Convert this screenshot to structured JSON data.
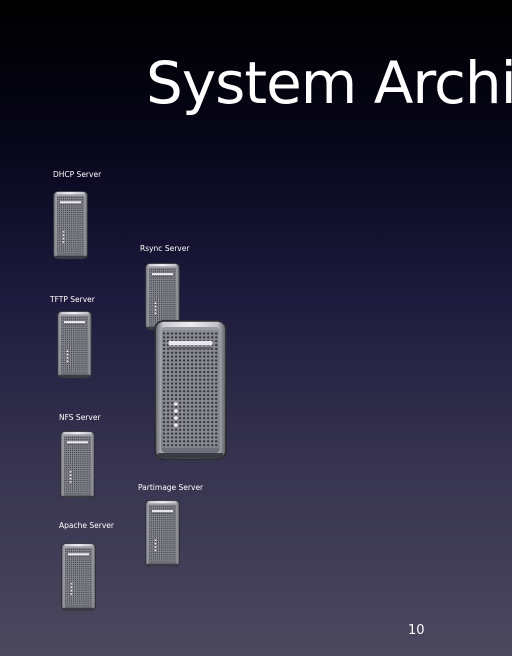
{
  "slide": {
    "title": "System Archi",
    "page_number": "10"
  },
  "servers": {
    "dhcp": "DHCP Server",
    "rsync": "Rsync  Server",
    "tftp": "TFTP Server",
    "nfs": "NFS Server",
    "partimage": "Partimage Server",
    "apache": "Apache Server"
  },
  "icons": {
    "server_tower": "mac-pro-tower-icon"
  },
  "colors": {
    "background_top": "#000000",
    "background_bottom": "#4b485e",
    "text": "#ffffff"
  }
}
